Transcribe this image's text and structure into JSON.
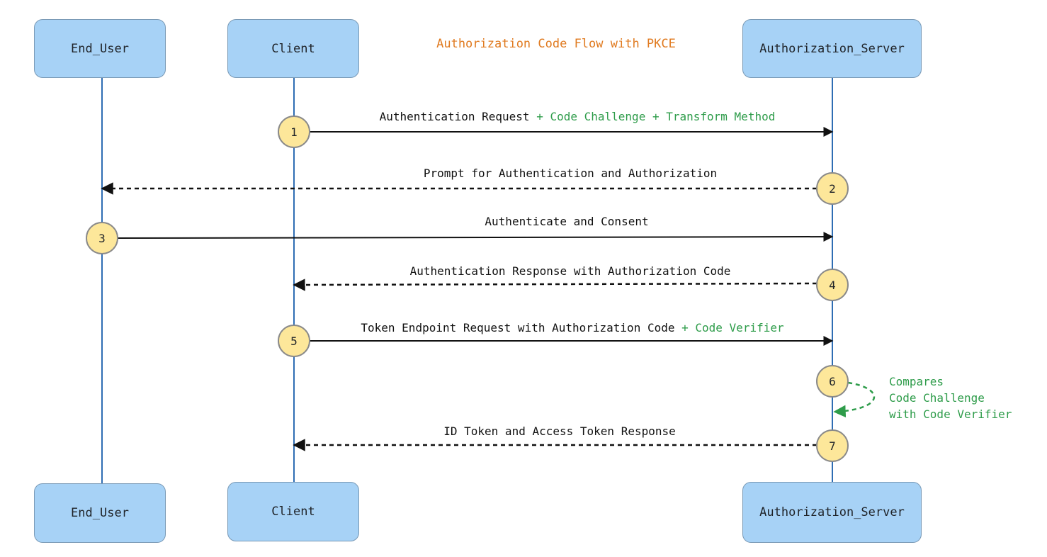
{
  "title": "Authorization Code Flow with PKCE",
  "actors": [
    {
      "id": "end_user",
      "label": "End_User"
    },
    {
      "id": "client",
      "label": "Client"
    },
    {
      "id": "auth_server",
      "label": "Authorization_Server"
    }
  ],
  "messages": [
    {
      "step": "1",
      "from": "client",
      "to": "auth_server",
      "style": "solid",
      "label": "Authentication Request",
      "label_extra": " + Code Challenge + Transform Method"
    },
    {
      "step": "2",
      "from": "auth_server",
      "to": "end_user",
      "style": "dashed",
      "label": "Prompt for Authentication and Authorization",
      "label_extra": ""
    },
    {
      "step": "3",
      "from": "end_user",
      "to": "auth_server",
      "style": "solid",
      "label": "Authenticate and Consent",
      "label_extra": ""
    },
    {
      "step": "4",
      "from": "auth_server",
      "to": "client",
      "style": "dashed",
      "label": "Authentication Response with Authorization Code",
      "label_extra": ""
    },
    {
      "step": "5",
      "from": "client",
      "to": "auth_server",
      "style": "solid",
      "label": "Token Endpoint Request with Authorization Code",
      "label_extra": " + Code Verifier"
    },
    {
      "step": "6",
      "from": "auth_server",
      "to": "auth_server",
      "style": "dashed-self",
      "note": [
        "Compares",
        "Code Challenge",
        "with Code Verifier"
      ]
    },
    {
      "step": "7",
      "from": "auth_server",
      "to": "client",
      "style": "dashed",
      "label": "ID Token and Access Token Response",
      "label_extra": ""
    }
  ],
  "colors": {
    "actor_fill": "#a7d2f6",
    "lifeline": "#2f6db3",
    "step_circle": "#fde79a",
    "title": "#e07a1f",
    "pkce_addition": "#2e9c4a",
    "arrow": "#111111"
  }
}
